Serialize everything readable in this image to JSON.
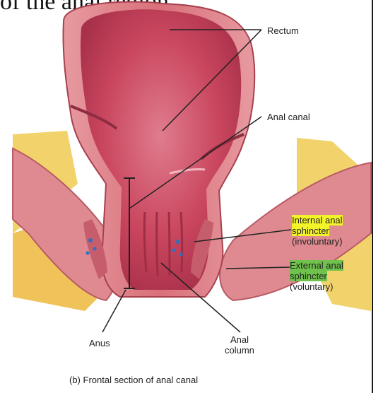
{
  "header_fragment": "of the anal region",
  "labels": {
    "rectum": "Rectum",
    "anal_canal": "Anal canal",
    "internal_line1": "Internal anal",
    "internal_line2": "sphincter",
    "internal_line3": "(involuntary)",
    "external_line1": "External anal",
    "external_line2": "sphincter",
    "external_line3": "(voluntary)",
    "anus": "Anus",
    "anal_column_line1": "Anal",
    "anal_column_line2": "column"
  },
  "caption": "(b) Frontal section of anal canal",
  "colors": {
    "tissue": "#d9707a",
    "tissue_dark": "#b84a58",
    "lumen": "#c9465e",
    "fat": "#f2d36b",
    "highlight_yellow": "#f3f32a",
    "highlight_green": "#6fc24c"
  }
}
